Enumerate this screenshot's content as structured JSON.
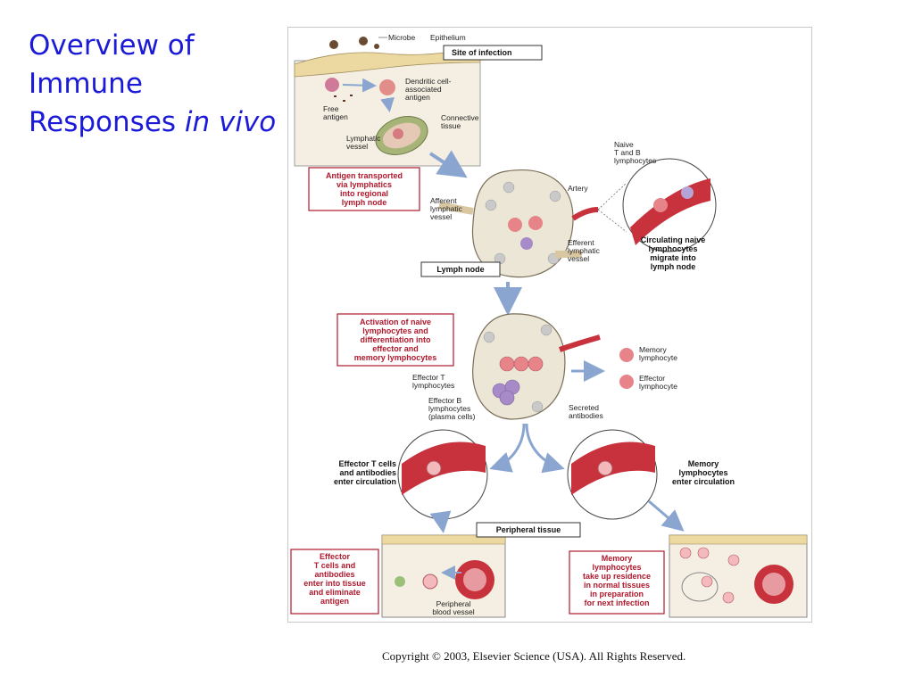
{
  "slide": {
    "title_line1": "Overview of",
    "title_line2": "Immune",
    "title_line3_prefix": "Responses ",
    "title_line3_italic": "in vivo"
  },
  "figure": {
    "labels": {
      "microbe": "Microbe",
      "epithelium": "Epithelium",
      "site_of_infection": "Site of infection",
      "free_antigen": [
        "Free",
        "antigen"
      ],
      "dendritic_cell": [
        "Dendritic cell-",
        "associated",
        "antigen"
      ],
      "connective_tissue": [
        "Connective",
        "tissue"
      ],
      "lymphatic_vessel": [
        "Lymphatic",
        "vessel"
      ],
      "antigen_transported": [
        "Antigen transported",
        "via lymphatics",
        "into regional",
        "lymph node"
      ],
      "afferent_vessel": [
        "Afferent",
        "lymphatic",
        "vessel"
      ],
      "artery": "Artery",
      "naive_tb": [
        "Naive",
        "T and B",
        "lymphocytes"
      ],
      "efferent_vessel": [
        "Efferent",
        "lymphatic",
        "vessel"
      ],
      "circulating_naive": [
        "Circulating naive",
        "lymphocytes",
        "migrate into",
        "lymph node"
      ],
      "lymph_node": "Lymph node",
      "activation": [
        "Activation of naive",
        "lymphocytes and",
        "differentiation into",
        "effector and",
        "memory lymphocytes"
      ],
      "memory_lymphocyte": [
        "Memory",
        "lymphocyte"
      ],
      "effector_lymphocyte": [
        "Effector",
        "lymphocyte"
      ],
      "effector_t": [
        "Effector T",
        "lymphocytes"
      ],
      "effector_b": [
        "Effector B",
        "lymphocytes",
        "(plasma cells)"
      ],
      "secreted_antibodies": [
        "Secreted",
        "antibodies"
      ],
      "effector_t_enter": [
        "Effector  T cells",
        "and antibodies",
        "enter circulation"
      ],
      "memory_enter": [
        "Memory",
        "lymphocytes",
        "enter circulation"
      ],
      "peripheral_tissue": "Peripheral tissue",
      "effector_eliminate": [
        "Effector",
        "T cells and",
        "antibodies",
        "enter into tissue",
        "and eliminate",
        "antigen"
      ],
      "peripheral_blood_vessel": [
        "Peripheral",
        "blood vessel"
      ],
      "memory_residence": [
        "Memory",
        "lymphocytes",
        "take up residence",
        "in normal tissues",
        "in preparation",
        "for next infection"
      ]
    },
    "colors": {
      "box_red": "#b0182c",
      "vessel_red": "#c8323c",
      "node_fill": "#ece6d6",
      "arrow_blue": "#8aa6d0",
      "cell_pink": "#e7848a",
      "plasma_purple": "#a78ac8"
    }
  },
  "copyright": "Copyright © 2003, Elsevier Science (USA). All Rights Reserved."
}
